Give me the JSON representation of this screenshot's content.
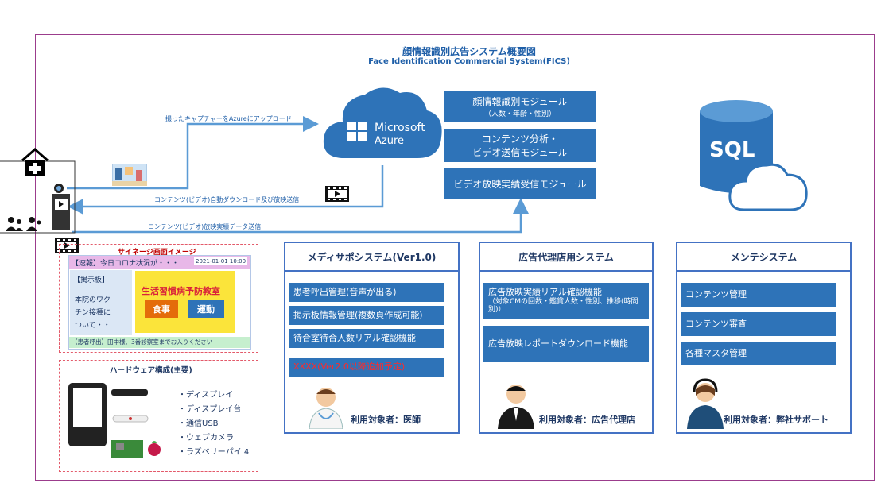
{
  "title": {
    "ja": "顔情報識別広告システム概要図",
    "en": "Face Identification Commercial System(FICS)"
  },
  "azure": {
    "brand1": "Microsoft",
    "brand2": "Azure"
  },
  "modules": [
    {
      "label": "顔情報識別モジュール",
      "sub": "（人数・年齢・性別）"
    },
    {
      "label": "コンテンツ分析・",
      "sub": "ビデオ送信モジュール"
    },
    {
      "label": "ビデオ放映実績受信モジュール",
      "sub": ""
    }
  ],
  "sql": {
    "label": "SQL"
  },
  "arrows": {
    "upload": "撮ったキャプチャーをAzureにアップロード",
    "download": "コンテンツ(ビデオ)自動ダウンロード及び放映送信",
    "report": "コンテンツ(ビデオ)放映実績データ送信"
  },
  "signage": {
    "title": "サイネージ画面イメージ",
    "news_tag": "【速報】今日コロナ状況が・・・",
    "date": "2021-01-01 10:00",
    "board_tag": "【掲示板】",
    "board_text": [
      "本院のワク",
      "チン接種に",
      "ついて・・"
    ],
    "banner": "生活習慣病予防教室",
    "banner_left": "食事",
    "banner_right": "運動",
    "call": "【患者呼出】田中様、3番診察室までお入りください"
  },
  "hardware": {
    "title": "ハードウェア構成(主要)",
    "items": [
      "・ディスプレイ",
      "・ディスプレイ台",
      "・通信USB",
      "・ウェブカメラ",
      "・ラズベリーパイ 4"
    ]
  },
  "systems": [
    {
      "title": "メディサポシステム(Ver1.0)",
      "features": [
        "患者呼出管理(音声が出る)",
        "掲示板情報管理(複数頁作成可能)",
        "待合室待合人数リアル確認機能"
      ],
      "future": "XXXX(Ver2.0以降追加予定)",
      "user": "利用対象者：医師"
    },
    {
      "title": "広告代理店用システム",
      "features": [
        "広告放映実績リアル確認機能",
        "広告放映レポートダウンロード機能"
      ],
      "feature_sub": "（対象CMの回数・鑑賞人数・性別、推移(時間別)）",
      "user": "利用対象者：広告代理店"
    },
    {
      "title": "メンテシステム",
      "features": [
        "コンテンツ管理",
        "コンテンツ審査",
        "各種マスタ管理"
      ],
      "user": "利用対象者：弊社サポート"
    }
  ]
}
